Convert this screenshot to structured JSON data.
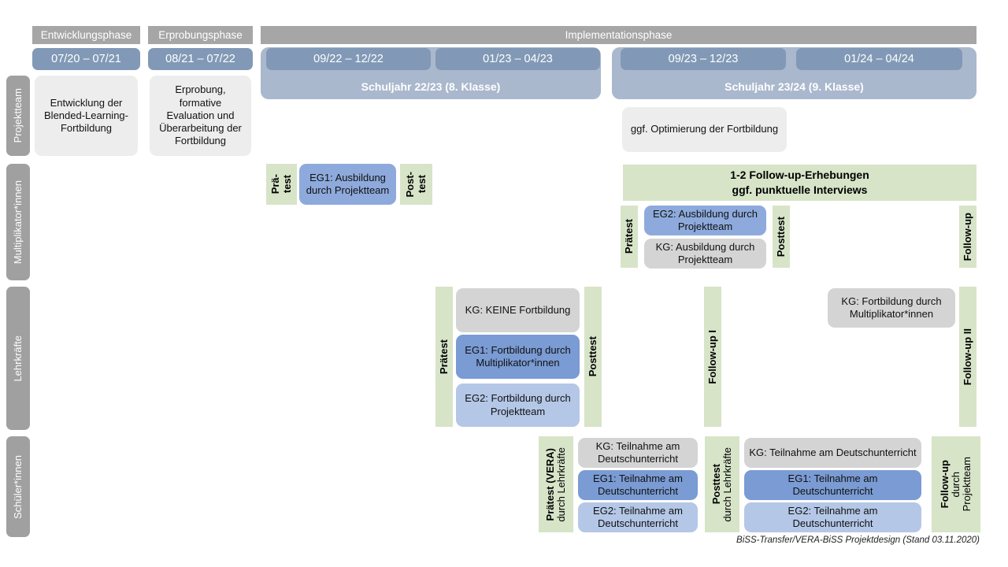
{
  "diagram": {
    "footer": "BiSS-Transfer/VERA-BiSS Projektdesign (Stand 03.11.2020)"
  },
  "lanes": [
    {
      "id": "projektteam",
      "label": "Projektteam"
    },
    {
      "id": "multiplikatorinnen",
      "label": "Multiplikator*innen"
    },
    {
      "id": "lehrkraefte",
      "label": "Lehrkräfte"
    },
    {
      "id": "schuelerinnen",
      "label": "Schüler*innen"
    }
  ],
  "phases": [
    {
      "id": "entwicklung",
      "label": "Entwicklungsphase"
    },
    {
      "id": "erprobung",
      "label": "Erprobungsphase"
    },
    {
      "id": "implementation",
      "label": "Implementationsphase"
    }
  ],
  "dates": {
    "d1": "07/20 – 07/21",
    "d2": "08/21 – 07/22",
    "d3": "09/22 – 12/22",
    "d4": "01/23 – 04/23",
    "d5": "09/23 – 12/23",
    "d6": "01/24 – 04/24"
  },
  "schoolyears": {
    "sy1": "Schuljahr 22/23 (8. Klasse)",
    "sy2": "Schuljahr 23/24 (9. Klasse)"
  },
  "projektteam": {
    "entwicklung": "Entwicklung der Blended-Learning-Fortbildung",
    "erprobung": "Erprobung, formative Evaluation und Überarbeitung der Fortbildung",
    "optimierung": "ggf. Optimierung der Fortbildung"
  },
  "multiplikatoren": {
    "praetest_1_line1": "Prä-",
    "praetest_1_line2": "test",
    "posttest_1_line1": "Post-",
    "posttest_1_line2": "test",
    "eg1_ausbildung": "EG1: Ausbildung durch Projektteam",
    "followup_band_line1": "1-2 Follow-up-Erhebungen",
    "followup_band_line2": "ggf. punktuelle Interviews",
    "praetest_2": "Prätest",
    "posttest_2": "Posttest",
    "followup": "Follow-up",
    "eg2_ausbildung": "EG2: Ausbildung durch Projektteam",
    "kg_ausbildung": "KG: Ausbildung durch Projektteam"
  },
  "lehrkraefte": {
    "praetest": "Prätest",
    "posttest": "Posttest",
    "followup_1": "Follow-up I",
    "followup_2": "Follow-up II",
    "kg_keine": "KG:  KEINE Fortbildung",
    "eg1": "EG1: Fortbildung durch Multiplikator*innen",
    "eg2": "EG2: Fortbildung durch Projektteam",
    "kg_multi": "KG: Fortbildung durch Multiplikator*innen"
  },
  "schuelerinnen": {
    "praetest_bold": "Prätest (VERA)",
    "praetest_sub": "durch Lehrkräfte",
    "posttest_bold": "Posttest",
    "posttest_sub": "durch Lehrkräfte",
    "followup_bold": "Follow-up",
    "followup_sub1": "durch",
    "followup_sub2": "Projektteam",
    "kg": "KG: Teilnahme am Deutschunterricht",
    "eg1": "EG1: Teilnahme am Deutschunterricht",
    "eg2": "EG2: Teilnahme am Deutschunterricht"
  },
  "colors": {
    "grey_banner": "#a6a6a6",
    "lane_grey": "#a0a0a0",
    "date_blue": "#8199b6",
    "schoolyear_blue": "#aab8cd",
    "green": "#d7e4c8",
    "box_grey_light": "#ededed",
    "box_grey": "#d4d4d4",
    "box_blue_mid": "#8eaadc",
    "box_blue_dark": "#7a9bd3",
    "box_blue_light": "#b4c7e7"
  }
}
